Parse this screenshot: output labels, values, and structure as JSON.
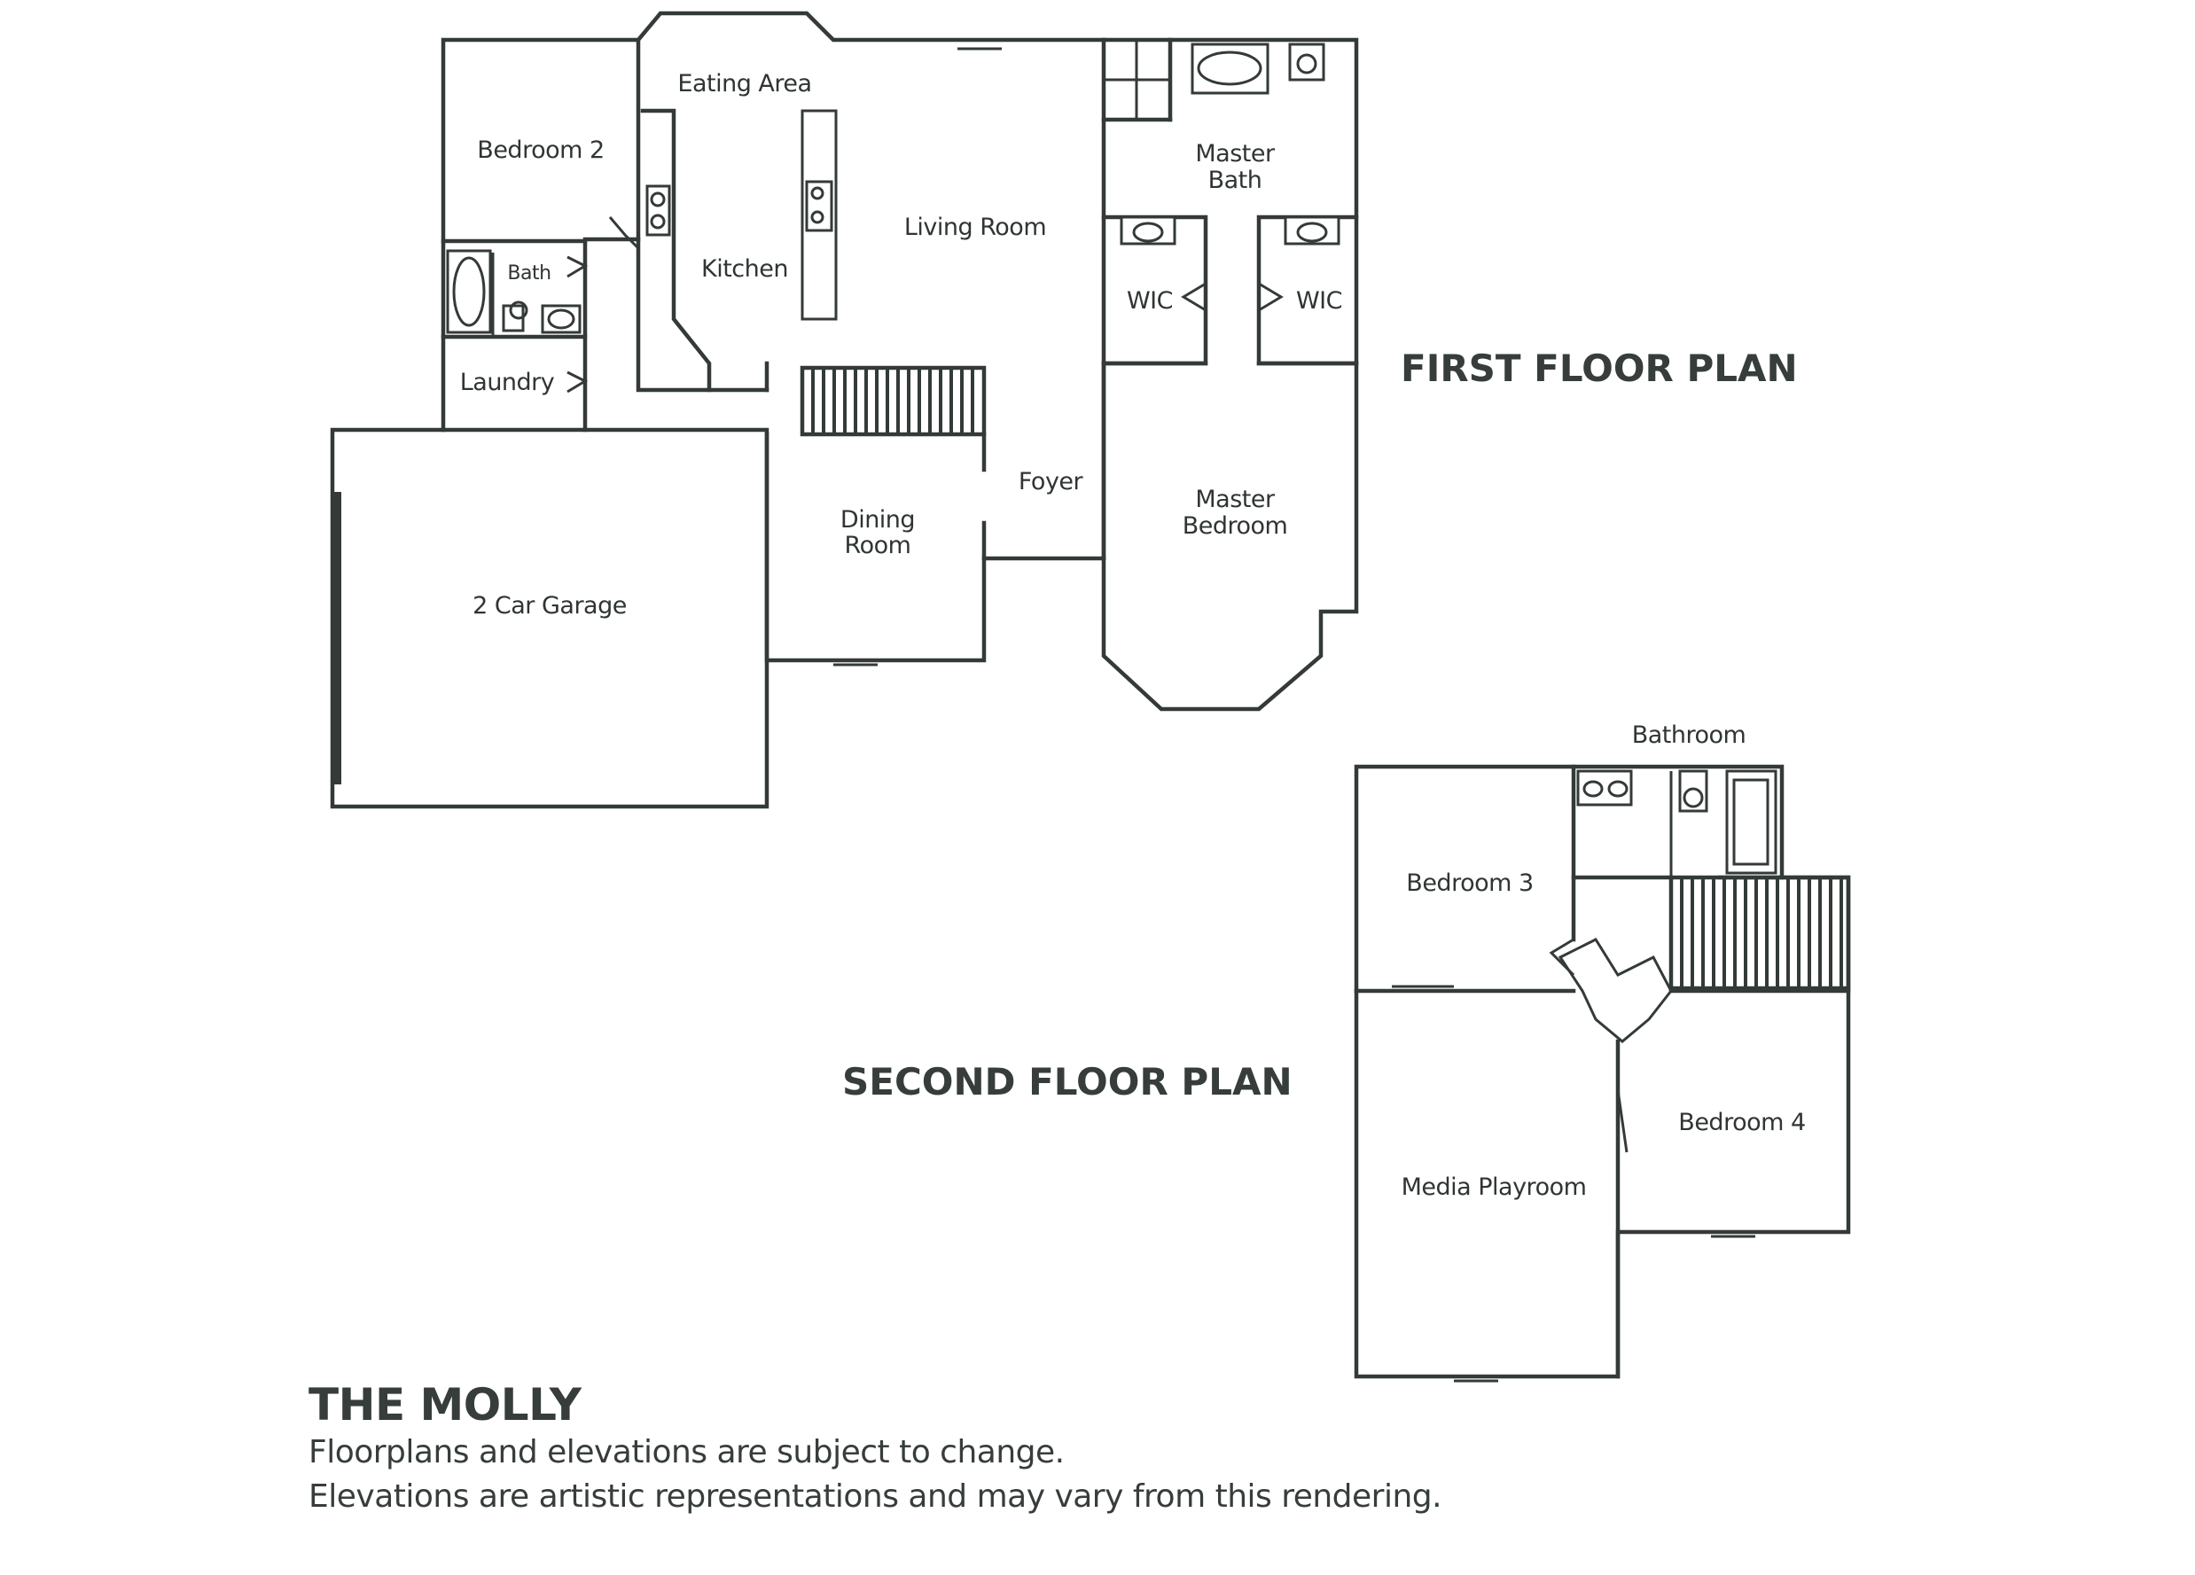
{
  "plan_name": "THE MOLLY",
  "notes": [
    "Floorplans and elevations are subject to change.",
    "Elevations are artistic representations and may vary from this rendering."
  ],
  "floor_titles": {
    "first": "FIRST FLOOR PLAN",
    "second": "SECOND FLOOR PLAN"
  },
  "first_floor_rooms": {
    "eating_area": "Eating Area",
    "bedroom_2": "Bedroom 2",
    "living_room": "Living Room",
    "kitchen": "Kitchen",
    "bath": "Bath",
    "laundry": "Laundry",
    "master_bath": [
      "Master",
      "Bath"
    ],
    "wic_left": "WIC",
    "wic_right": "WIC",
    "foyer": "Foyer",
    "dining_room": [
      "Dining",
      "Room"
    ],
    "master_bedroom": [
      "Master",
      "Bedroom"
    ],
    "garage": "2 Car Garage"
  },
  "second_floor_rooms": {
    "bathroom": "Bathroom",
    "bedroom_3": "Bedroom 3",
    "bedroom_4": "Bedroom 4",
    "media_playroom": "Media Playroom"
  }
}
